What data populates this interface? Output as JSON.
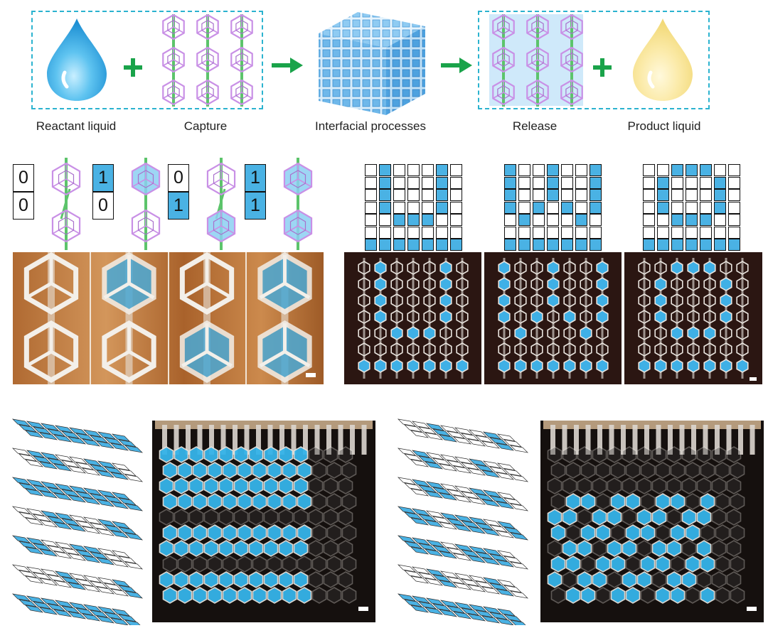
{
  "top_labels": {
    "reactant": "Reactant liquid",
    "capture": "Capture",
    "interfacial": "Interfacial processes",
    "release": "Release",
    "product": "Product liquid"
  },
  "bit_states": [
    {
      "top": "0",
      "bottom": "0",
      "top_filled": false,
      "bottom_filled": false
    },
    {
      "top": "1",
      "bottom": "0",
      "top_filled": true,
      "bottom_filled": false
    },
    {
      "top": "0",
      "bottom": "1",
      "top_filled": false,
      "bottom_filled": true
    },
    {
      "top": "1",
      "bottom": "1",
      "top_filled": true,
      "bottom_filled": true
    }
  ],
  "binary_patterns": [
    [
      [
        0,
        1,
        0,
        0,
        0,
        1,
        0
      ],
      [
        0,
        1,
        0,
        0,
        0,
        1,
        0
      ],
      [
        0,
        1,
        0,
        0,
        0,
        1,
        0
      ],
      [
        0,
        1,
        0,
        0,
        0,
        1,
        0
      ],
      [
        0,
        0,
        1,
        1,
        1,
        0,
        0
      ],
      [
        0,
        0,
        0,
        0,
        0,
        0,
        0
      ],
      [
        1,
        1,
        1,
        1,
        1,
        1,
        1
      ]
    ],
    [
      [
        1,
        0,
        0,
        1,
        0,
        0,
        1
      ],
      [
        1,
        0,
        0,
        1,
        0,
        0,
        1
      ],
      [
        1,
        0,
        0,
        1,
        0,
        0,
        1
      ],
      [
        1,
        0,
        1,
        0,
        1,
        0,
        1
      ],
      [
        0,
        1,
        0,
        0,
        0,
        1,
        0
      ],
      [
        0,
        0,
        0,
        0,
        0,
        0,
        0
      ],
      [
        1,
        1,
        1,
        1,
        1,
        1,
        1
      ]
    ],
    [
      [
        0,
        0,
        1,
        1,
        1,
        0,
        0
      ],
      [
        0,
        1,
        0,
        0,
        0,
        1,
        0
      ],
      [
        0,
        1,
        0,
        0,
        0,
        1,
        0
      ],
      [
        0,
        1,
        0,
        0,
        0,
        1,
        0
      ],
      [
        0,
        0,
        1,
        1,
        1,
        0,
        0
      ],
      [
        0,
        0,
        0,
        0,
        0,
        0,
        0
      ],
      [
        1,
        1,
        1,
        1,
        1,
        1,
        1
      ]
    ]
  ],
  "colors": {
    "accent_blue": "#4ab2e4",
    "dashed_frame": "#2bb3cf",
    "arrow_green": "#1aa34a",
    "lattice_pink": "#c990e6",
    "product_yellow": "#f8e49a"
  }
}
